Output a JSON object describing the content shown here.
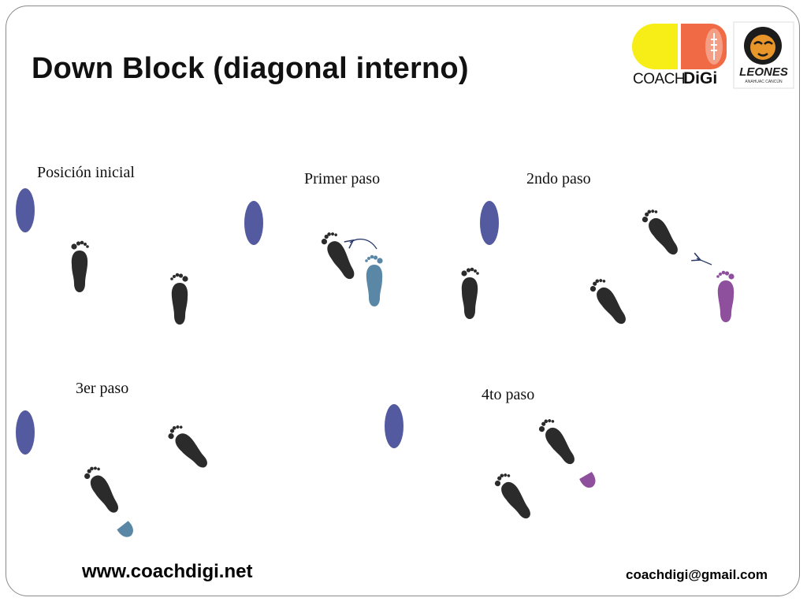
{
  "slide": {
    "title": "Down Block (diagonal interno)",
    "footer_url": "www.coachdigi.net",
    "footer_email": "coachdigi@gmail.com"
  },
  "logos": {
    "coachdigi": {
      "text_a": "COACH",
      "text_b": "DiGi",
      "icon": "football-icon"
    },
    "leones": {
      "text": "LEONES",
      "subtext": "ANAHUAC CANCÚN",
      "icon": "lion-head-icon"
    }
  },
  "stages": [
    {
      "label": "Posición inicial"
    },
    {
      "label": "Primer paso"
    },
    {
      "label": "2ndo paso"
    },
    {
      "label": "3er paso"
    },
    {
      "label": "4to paso"
    }
  ],
  "colors": {
    "ball": "#545aa0",
    "foot_planted": "#2b2b2b",
    "foot_first_step": "#5a87a6",
    "foot_second_step": "#8e4f9c",
    "logo_yellow": "#f6ee16",
    "logo_orange": "#f06a45",
    "lion_orange": "#e8962a"
  }
}
